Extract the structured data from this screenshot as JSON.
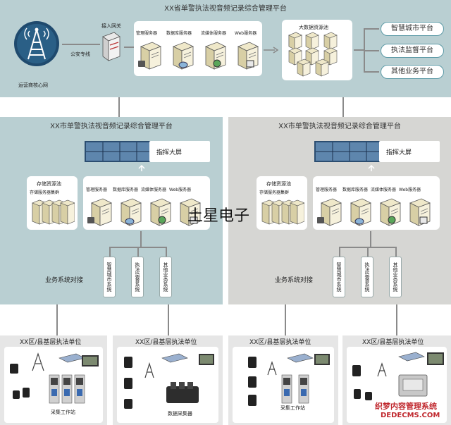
{
  "top": {
    "title": "XX省单警执法视音频记录综合管理平台",
    "operator_core": "运营商核心网",
    "gateway": "接入网关",
    "police_line": "公安专线",
    "servers": [
      "管理服务器",
      "数据库服务器",
      "流媒体服务器",
      "Web服务器"
    ],
    "big_data_pool": "大数据资源池",
    "platforms": [
      "智慧城市平台",
      "执法监督平台",
      "其他业务平台"
    ]
  },
  "left": {
    "title": "XX市单警执法视音频记录综合管理平台",
    "big_screen": "指挥大屏",
    "storage_pool": "存储资源池",
    "storage_cluster": "存储服务器集群",
    "servers": [
      "管理服务器",
      "数据库服务器",
      "流媒体服务器",
      "Web服务器"
    ],
    "business_link": "业务系统对接",
    "systems": [
      "智慧城市系统",
      "执法监督系统",
      "其他业务系统"
    ]
  },
  "right": {
    "title": "XX市单警执法视音频记录综合管理平台",
    "big_screen": "指挥大屏",
    "storage_pool": "存储资源池",
    "storage_cluster": "存储服务器集群",
    "servers": [
      "管理服务器",
      "数据库服务器",
      "流媒体服务器",
      "Web服务器"
    ],
    "business_link": "业务系统对接",
    "systems": [
      "智慧城市系统",
      "执法监督系统",
      "其他业务系统"
    ]
  },
  "watermark": "土星电子",
  "units": {
    "label": "XX区/县基层执法单位",
    "station": "采集工作站",
    "collector": "数据采集器"
  },
  "corner_watermark": {
    "line1": "织梦内容管理系统",
    "line2": "DEDECMS.COM"
  },
  "colors": {
    "top_band": "#b9cfd2",
    "left_band": "#b9cfd2",
    "right_band": "#d6d6d3",
    "accent": "#5c9aa6"
  }
}
